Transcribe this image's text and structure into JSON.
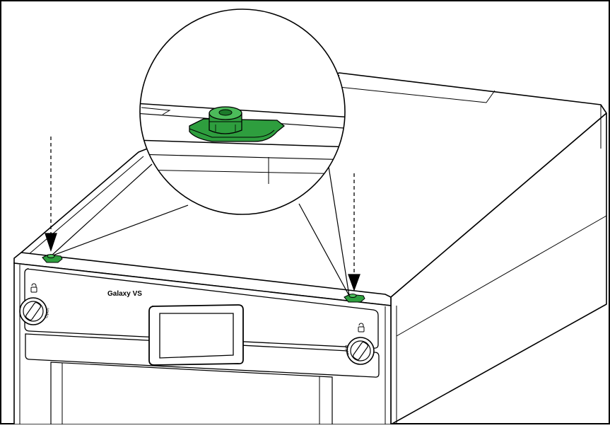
{
  "figure": {
    "brand_label": "Galaxy VS",
    "left_lock_label": "Open",
    "right_lock_label": "Open",
    "colors": {
      "line": "#000000",
      "background": "#ffffff",
      "bracket_green": "#2e9e3e",
      "bracket_green_dark": "#1c7a2a",
      "bracket_green_light": "#4cbb5a",
      "panel_fill": "#ffffff"
    },
    "icons": {
      "left_arrow": "arrow-down-dashed",
      "right_arrow": "arrow-down-dashed",
      "lock_symbol": "padlock-icon",
      "magnifier": "detail-callout-circle"
    }
  }
}
